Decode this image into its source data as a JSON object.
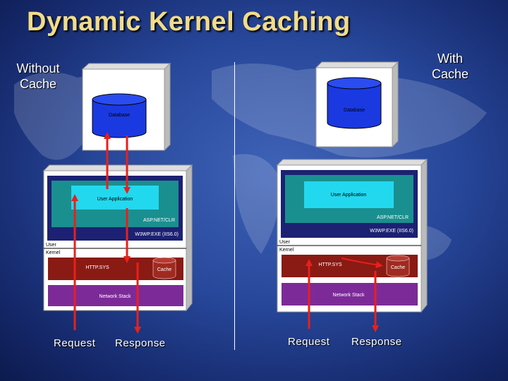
{
  "title": "Dynamic Kernel Caching",
  "left": {
    "label": "Without\nCache",
    "database": "Database",
    "user_application": "User Application",
    "aspnet": "ASP.NET/CLR",
    "w3wp": "W3WP.EXE (IIS6.0)",
    "user_mode": "User",
    "kernel_mode": "Kernel",
    "http_sys": "HTTP.SYS",
    "cache": "Cache",
    "network_stack": "Network Stack",
    "request": "Request",
    "response": "Response"
  },
  "right": {
    "label": "With\nCache",
    "database": "Database",
    "user_application": "User Application",
    "aspnet": "ASP.NET/CLR",
    "w3wp": "W3WP.EXE (IIS6.0)",
    "user_mode": "User",
    "kernel_mode": "Kernel",
    "http_sys": "HTTP.SYS",
    "cache": "Cache",
    "network_stack": "Network Stack",
    "request": "Request",
    "response": "Response"
  },
  "colors": {
    "title": "#f2dc8a",
    "database": "#1a39e0",
    "navy_frame": "#1c2173",
    "teal_process": "#1a8f8f",
    "user_app": "#22d8ee",
    "http_sys": "#8a1a14",
    "network_stack": "#7d2a99",
    "arrow": "#e8201a"
  }
}
